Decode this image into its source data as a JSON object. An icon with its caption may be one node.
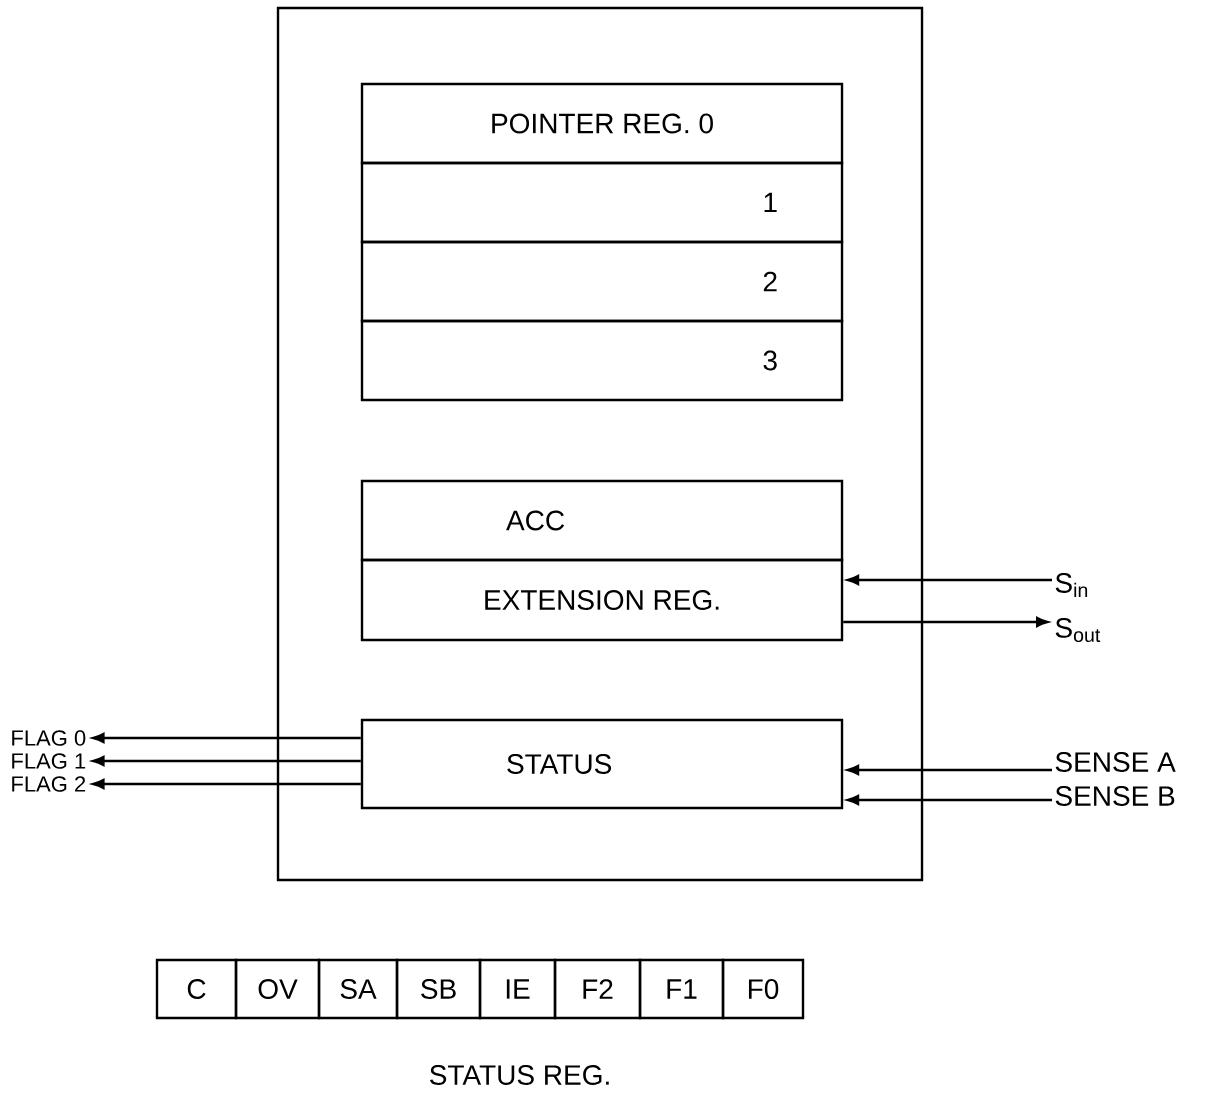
{
  "diagram": {
    "nodes": [
      {
        "text": [],
        "shape": "box"
      },
      {
        "text": [
          "POINTER REG. 0"
        ],
        "in": 0
      },
      {
        "text": [
          "1"
        ],
        "in": 0
      },
      {
        "text": [
          "2"
        ],
        "in": 0
      },
      {
        "text": [
          "3"
        ],
        "in": 0
      },
      {
        "text": [
          "ACC"
        ],
        "in": 0
      },
      {
        "text": [
          "EXTENSION REG."
        ],
        "in": 0
      },
      {
        "text": [
          "STATUS"
        ],
        "in": 0
      },
      {
        "text": [
          "S$_{in}$"
        ]
      },
      {
        "text": [
          "S$_{out}$"
        ]
      },
      {
        "text": [
          "SENSE A"
        ]
      },
      {
        "text": [
          "SENSE B"
        ]
      },
      {
        "text": [
          "FLAG 0"
        ]
      },
      {
        "text": [
          "FLAG 1"
        ]
      },
      {
        "text": [
          "FLAG 2"
        ]
      },
      {
        "text": [
          "C"
        ]
      },
      {
        "text": [
          "OV"
        ]
      },
      {
        "text": [
          "SA"
        ]
      },
      {
        "text": [
          "SB"
        ]
      },
      {
        "text": [
          "IE"
        ]
      },
      {
        "text": [
          "F2"
        ]
      },
      {
        "text": [
          "F1"
        ]
      },
      {
        "text": [
          "F0"
        ]
      }
    ],
    "edges": [
      {
        "from": 8,
        "to": 6,
        "arrow": "to"
      },
      {
        "from": 6,
        "to": 9,
        "arrow": "to"
      },
      {
        "from": 10,
        "to": 7,
        "arrow": "to"
      },
      {
        "from": 11,
        "to": 7,
        "arrow": "to"
      },
      {
        "from": 7,
        "to": 12,
        "arrow": "to"
      },
      {
        "from": 7,
        "to": 13,
        "arrow": "to"
      },
      {
        "from": 7,
        "to": 14,
        "arrow": "to"
      }
    ],
    "labels": [
      "STATUS REG."
    ]
  }
}
